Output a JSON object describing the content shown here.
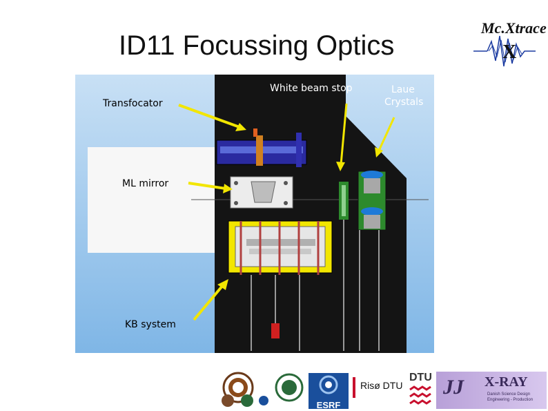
{
  "slide": {
    "title": "ID11 Focussing Optics"
  },
  "logo": {
    "text": "Mc.Xtrace",
    "symbol": "X"
  },
  "diagram": {
    "labels": {
      "transfocator": "Transfocator",
      "white_beam_stop": "White beam stop",
      "laue_line1": "Laue",
      "laue_line2": "Crystals",
      "ml_mirror": "ML mirror",
      "kb_system": "KB system"
    }
  },
  "footer": {
    "esrf": "ESRF",
    "riso": "Risø DTU",
    "dtu": "DTU",
    "jjxray": "X-RAY",
    "jjxray_sub1": "Danish Science Design",
    "jjxray_sub2": "Engineering - Production"
  },
  "colors": {
    "beam_arrow": "#f2e600",
    "panel_sky": "#7fb6e6",
    "apparatus_bg": "#141414",
    "transfocator": "#2020a0",
    "esrf_blue": "#1a4f9c",
    "riso_red": "#c8102e"
  }
}
